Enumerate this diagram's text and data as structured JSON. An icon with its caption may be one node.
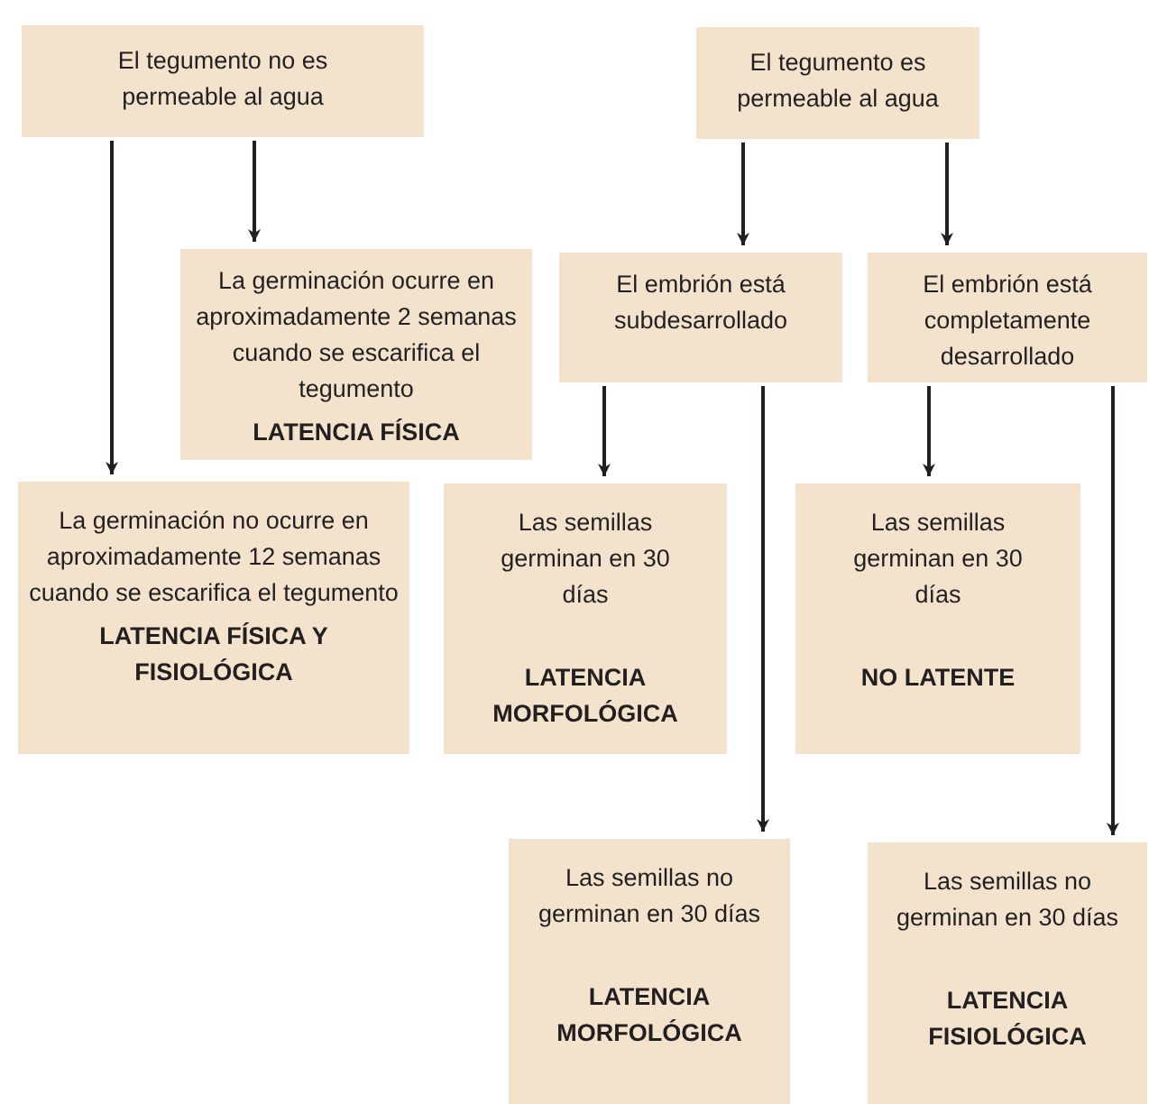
{
  "diagram": {
    "nodes": [
      {
        "text": [
          "El tegumento no es permeable al agua"
        ]
      },
      {
        "text": [
          "La germinación ocurre en aproximadamente 2 semanas cuando se escarifica el tegumento",
          "LATENCIA FÍSICA"
        ]
      },
      {
        "text": [
          "La germinación no ocurre en aproximadamente 12 semanas cuando se escarifica el tegumento",
          "LATENCIA FÍSICA Y FISIOLÓGICA"
        ]
      },
      {
        "text": [
          "El tegumento es permeable al agua"
        ]
      },
      {
        "text": [
          "El embrión está subdesarrollado"
        ]
      },
      {
        "text": [
          "El embrión está completamente desarrollado"
        ]
      },
      {
        "text": [
          "Las semillas germinan en 30 días",
          "LATENCIA MORFOLÓGICA"
        ]
      },
      {
        "text": [
          "Las semillas germinan en 30 días",
          "NO LATENTE"
        ]
      },
      {
        "text": [
          "Las semillas no germinan en 30 días",
          "LATENCIA MORFOLÓGICA"
        ]
      },
      {
        "text": [
          "Las semillas no germinan en 30 días",
          "LATENCIA FISIOLÓGICA"
        ]
      }
    ],
    "edges": [
      {
        "from": 0,
        "to": 2,
        "arrow": "to"
      },
      {
        "from": 0,
        "to": 1,
        "arrow": "to"
      },
      {
        "from": 3,
        "to": 4,
        "arrow": "to"
      },
      {
        "from": 3,
        "to": 5,
        "arrow": "to"
      },
      {
        "from": 4,
        "to": 6,
        "arrow": "to"
      },
      {
        "from": 4,
        "to": 8,
        "arrow": "to"
      },
      {
        "from": 5,
        "to": 7,
        "arrow": "to"
      },
      {
        "from": 5,
        "to": 9,
        "arrow": "to"
      }
    ]
  }
}
